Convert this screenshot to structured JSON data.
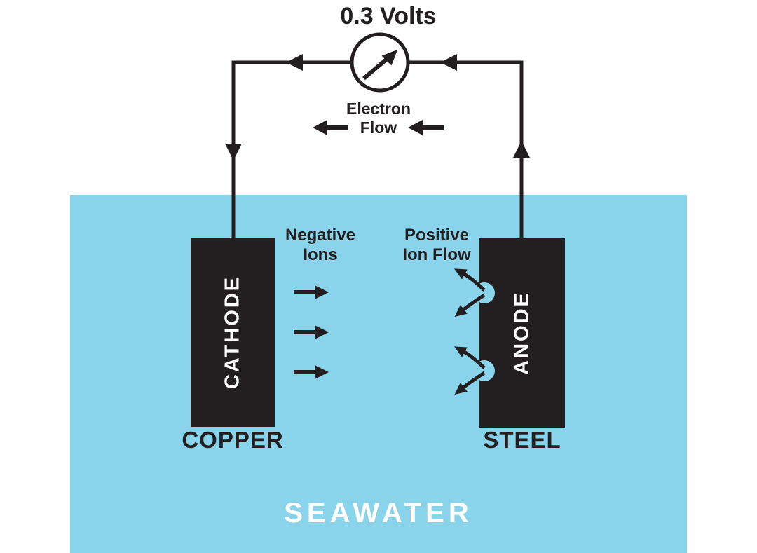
{
  "colors": {
    "seawater": "#8AD4EB",
    "ink": "#231F20",
    "electrode_text": "#FFFFFF"
  },
  "meter": {
    "reading": "0.3 Volts",
    "icon": "voltmeter-gauge-icon"
  },
  "electron_flow": {
    "line1": "Electron",
    "line2": "Flow"
  },
  "negative_ions": {
    "line1": "Negative",
    "line2": "Ions"
  },
  "positive_ions": {
    "line1": "Positive",
    "line2": "Ion Flow"
  },
  "cathode": {
    "role": "CATHODE",
    "material": "COPPER"
  },
  "anode": {
    "role": "ANODE",
    "material": "STEEL"
  },
  "environment": {
    "label": "SEAWATER"
  }
}
